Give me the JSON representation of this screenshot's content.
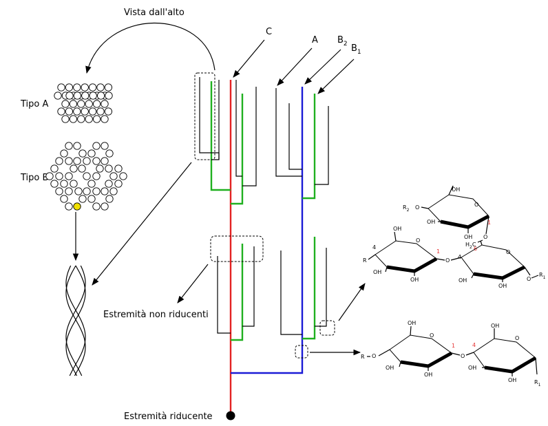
{
  "labels": {
    "top_view": "Vista dall'alto",
    "type_a": "Tipo A",
    "type_b": "Tipo B",
    "non_reducing_ends": "Estremità non riducenti",
    "reducing_end": "Estremità riducente",
    "chain_c": "C",
    "chain_a": "A",
    "chain_b2": "B",
    "chain_b2_sub": "2",
    "chain_b1": "B",
    "chain_b1_sub": "1"
  },
  "chem_top": {
    "oh": "OH",
    "o": "O",
    "r": "R",
    "r1": "R",
    "r1_sub": "1",
    "r2": "R",
    "r2_sub": "2",
    "h2c": "H",
    "h2c_sub": "2",
    "h2c_c": "C",
    "pos1": "1",
    "pos4": "4",
    "pos6": "6"
  },
  "chem_bottom": {
    "oh": "OH",
    "o": "O",
    "r": "R",
    "r1": "R",
    "r1_sub": "1",
    "pos1": "1",
    "pos4": "4"
  },
  "colors": {
    "chain_c": "#e32222",
    "chain_b": "#1fb01f",
    "chain_b1_link": "#1a1ad6",
    "highlight_glucose": "#f0e000"
  }
}
